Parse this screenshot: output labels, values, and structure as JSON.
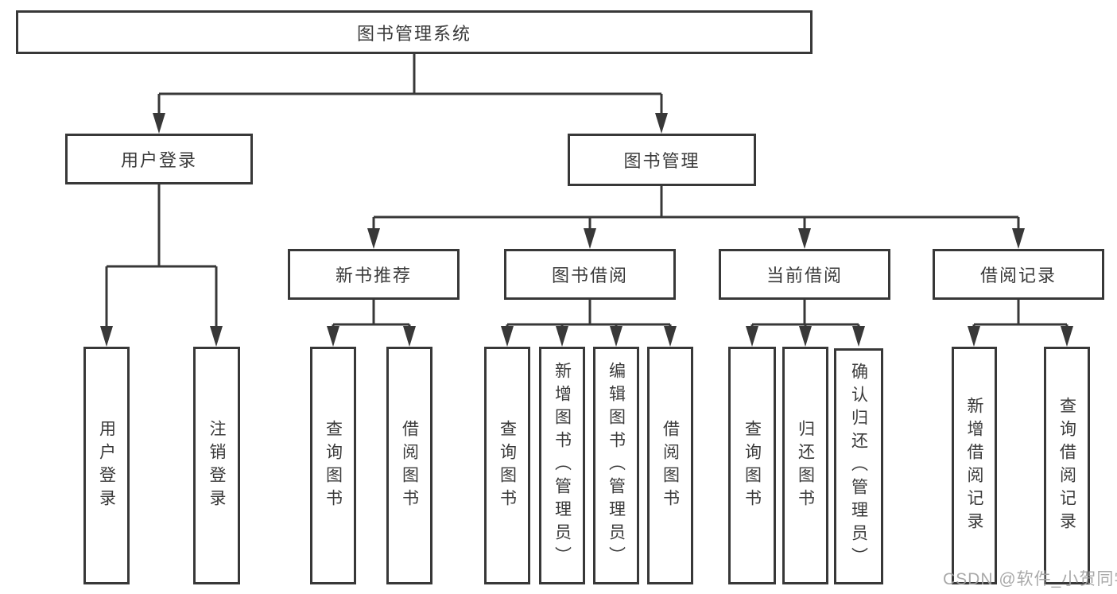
{
  "diagram": {
    "root": {
      "label": "图书管理系统"
    },
    "level2": {
      "user_login": {
        "label": "用户登录"
      },
      "book_mgmt": {
        "label": "图书管理"
      }
    },
    "level3": {
      "new_book_rec": {
        "label": "新书推荐"
      },
      "book_borrow": {
        "label": "图书借阅"
      },
      "current_borrow": {
        "label": "当前借阅"
      },
      "borrow_record": {
        "label": "借阅记录"
      }
    },
    "leaves": {
      "user_login": {
        "label": "用户登录"
      },
      "logout": {
        "label": "注销登录"
      },
      "query_book_rec": {
        "label": "查询图书"
      },
      "borrow_book_rec": {
        "label": "借阅图书"
      },
      "query_book_borrow": {
        "label": "查询图书"
      },
      "add_book": {
        "label": "新增图书（管理员）"
      },
      "edit_book": {
        "label": "编辑图书（管理员）"
      },
      "borrow_book": {
        "label": "借阅图书"
      },
      "query_book_current": {
        "label": "查询图书"
      },
      "return_book": {
        "label": "归还图书"
      },
      "confirm_return": {
        "label": "确认归还（管理员）"
      },
      "add_borrow_record": {
        "label": "新增借阅记录"
      },
      "query_borrow_record": {
        "label": "查询借阅记录"
      }
    }
  },
  "watermark": {
    "text": "CSDN @软件_小贺同学"
  },
  "colors": {
    "line": "#383838",
    "box_border": "#383838",
    "text": "#3a3a3a",
    "watermark": "#a2a2a2",
    "background": "#ffffff"
  }
}
